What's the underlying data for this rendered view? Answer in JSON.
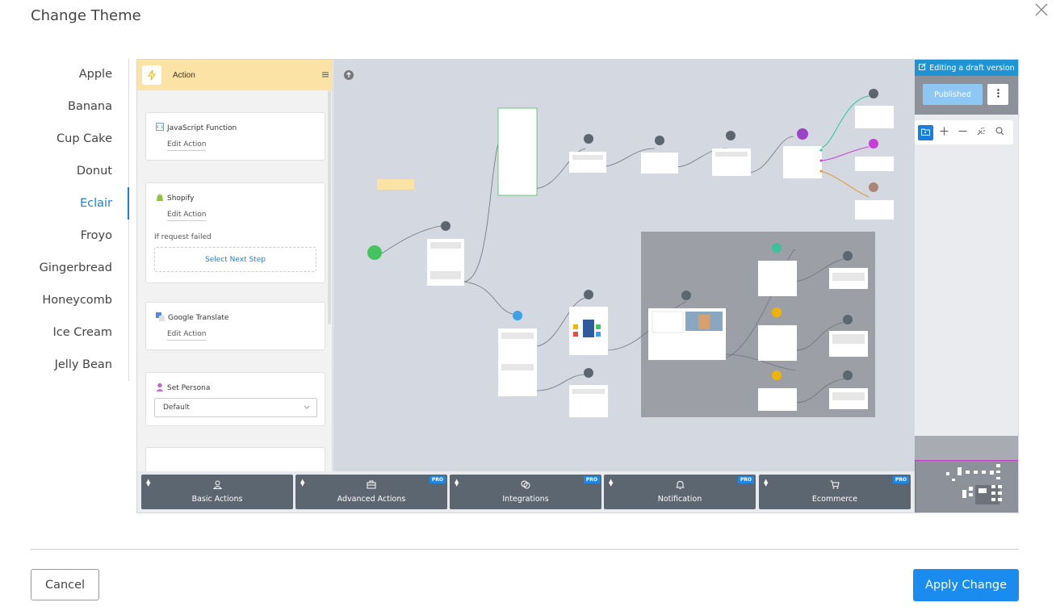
{
  "dialog": {
    "title": "Change Theme",
    "cancel_label": "Cancel",
    "apply_label": "Apply Change"
  },
  "themes": {
    "items": [
      "Apple",
      "Banana",
      "Cup Cake",
      "Donut",
      "Eclair",
      "Froyo",
      "Gingerbread",
      "Honeycomb",
      "Ice Cream",
      "Jelly Bean"
    ],
    "active": "Eclair",
    "active_color": "#1a7fdc"
  },
  "side_panel": {
    "header_label": "Action",
    "cards": [
      {
        "title": "JavaScript Function",
        "edit_label": "Edit Action"
      },
      {
        "title": "Shopify",
        "edit_label": "Edit Action",
        "fail_text": "If request failed",
        "next_step_label": "Select Next Step"
      },
      {
        "title": "Google Translate",
        "edit_label": "Edit Action"
      },
      {
        "title": "Set Persona",
        "select_value": "Default"
      }
    ]
  },
  "top_right": {
    "banner_label": "Editing a draft version",
    "published_label": "Published"
  },
  "toolbar": {
    "buttons": [
      {
        "label": "Basic Actions",
        "pro": false,
        "icon": "person-icon"
      },
      {
        "label": "Advanced Actions",
        "pro": true,
        "icon": "toolbox-icon"
      },
      {
        "label": "Integrations",
        "pro": true,
        "icon": "integrations-icon"
      },
      {
        "label": "Notification",
        "pro": true,
        "icon": "bell-icon"
      },
      {
        "label": "Ecommerce",
        "pro": true,
        "icon": "cart-icon"
      }
    ],
    "pro_label": "PRO"
  },
  "colors": {
    "primary": "#1a8cf0",
    "header_yellow": "#fbe3a6",
    "toolbar_gray": "#5c6670",
    "canvas_bg": "#d4d8e1",
    "banner_blue": "#1e94d4"
  }
}
